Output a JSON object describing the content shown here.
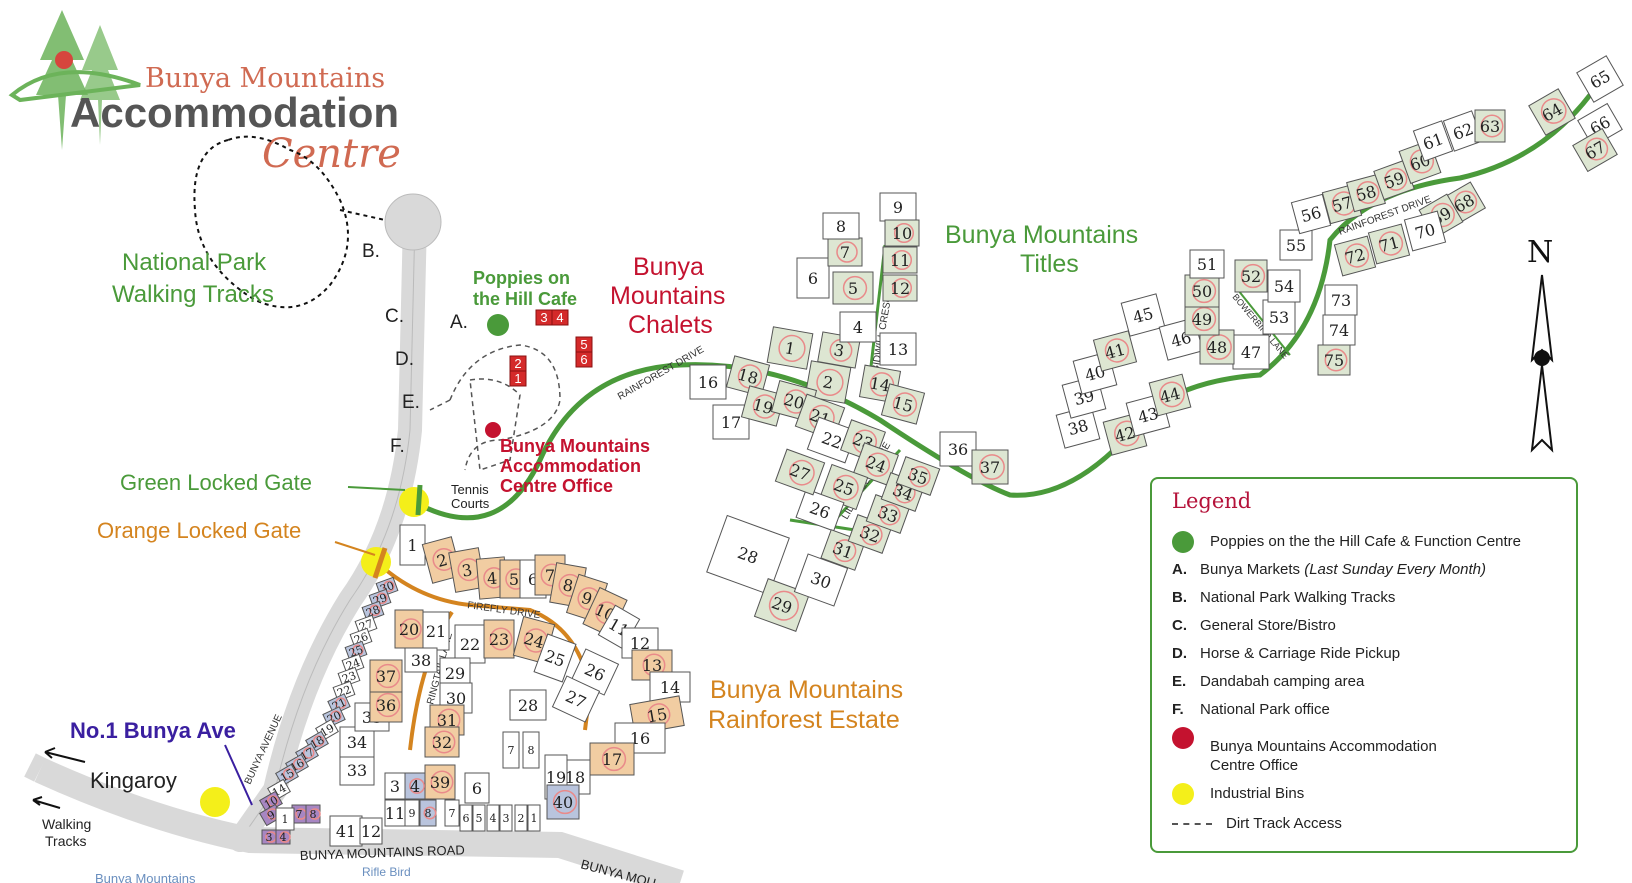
{
  "brand": {
    "line1": "Bunya Mountains",
    "line2": "Accommodation",
    "line3": "Centre"
  },
  "colors": {
    "green": "#4a9a3a",
    "red": "#c4122f",
    "orange": "#d4841f",
    "purple": "#3a1fa0",
    "yellow": "#f4ef1a"
  },
  "labels": {
    "national_park": "National Park",
    "walking_tracks": "Walking Tracks",
    "poppies_1": "Poppies on",
    "poppies_2": "the Hill Cafe",
    "chalets_1": "Bunya",
    "chalets_2": "Mountains",
    "chalets_3": "Chalets",
    "office_1": "Bunya Mountains",
    "office_2": "Accommodation",
    "office_3": "Centre Office",
    "tennis_1": "Tennis",
    "tennis_2": "Courts",
    "green_gate": "Green Locked Gate",
    "orange_gate": "Orange Locked Gate",
    "titles_1": "Bunya Mountains",
    "titles_2": "Titles",
    "estate_1": "Bunya Mountains",
    "estate_2": "Rainforest Estate",
    "no1": "No.1 Bunya Ave",
    "kingaroy": "Kingaroy",
    "walking_1": "Walking",
    "walking_2": "Tracks",
    "road_main": "BUNYA MOUNTAINS ROAD",
    "road_main2": "BUNYA MOU",
    "rifle_bird": "Rifle Bird",
    "bunya_mountains_bottom": "Bunya Mountains",
    "rainforest_drive": "RAINFOREST DRIVE",
    "rainforest_drive2": "RAINFOREST DRIVE",
    "firefly_drive": "FIREFLY DRIVE",
    "ringtail_lane": "RINGTAIL LANE",
    "bunya_avenue": "BUNYA AVENUE",
    "bidwill_crescent": "BIDWILL CRESCENT",
    "lillypilly_place": "LILLYPILLY PLACE",
    "bowerbird_lane": "BOWERBIRD LANE",
    "north": "N",
    "letter_a": "A.",
    "letter_b": "B.",
    "letter_c": "C.",
    "letter_d": "D.",
    "letter_e": "E.",
    "letter_f": "F."
  },
  "legend": {
    "title": "Legend",
    "items": [
      {
        "mark": "",
        "text": "Poppies on the the Hill Cafe & Function Centre",
        "note": ""
      },
      {
        "mark": "A.",
        "text": "Bunya Markets",
        "note": "(Last Sunday Every Month)"
      },
      {
        "mark": "B.",
        "text": "National Park Walking Tracks",
        "note": ""
      },
      {
        "mark": "C.",
        "text": "General Store/Bistro",
        "note": ""
      },
      {
        "mark": "D.",
        "text": "Horse & Carriage Ride Pickup",
        "note": ""
      },
      {
        "mark": "E.",
        "text": "Dandabah camping area",
        "note": ""
      },
      {
        "mark": "F.",
        "text": "National Park office",
        "note": ""
      }
    ],
    "office_1": "Bunya Mountains Accommodation",
    "office_2": "Centre Office",
    "bins": "Industrial Bins",
    "dirt": "Dirt Track Access"
  },
  "chalet_numbers": [
    "3",
    "4",
    "5",
    "6",
    "2",
    "1"
  ],
  "lot_numbers": {
    "estate": [
      "1",
      "2",
      "3",
      "4",
      "5",
      "6",
      "7",
      "8",
      "9",
      "10",
      "11",
      "12",
      "13",
      "14",
      "15",
      "16",
      "17",
      "18",
      "19",
      "20",
      "21",
      "22",
      "23",
      "24",
      "25",
      "26",
      "27",
      "28",
      "29",
      "30",
      "31",
      "32",
      "33",
      "34",
      "35",
      "36",
      "37",
      "38",
      "39",
      "40",
      "41"
    ],
    "bunya_ave": [
      "30",
      "29",
      "28",
      "27",
      "26",
      "25",
      "24",
      "23",
      "22",
      "21",
      "20",
      "19",
      "18",
      "17",
      "16",
      "15",
      "14",
      "10",
      "9",
      "7",
      "8",
      "3",
      "4",
      "1",
      "12",
      "11",
      "9",
      "8",
      "7",
      "6",
      "5",
      "4",
      "3",
      "2",
      "1",
      "3",
      "4",
      "6",
      "7",
      "8"
    ],
    "titles": [
      "1",
      "2",
      "3",
      "4",
      "5",
      "6",
      "7",
      "8",
      "9",
      "10",
      "11",
      "12",
      "13",
      "14",
      "15",
      "16",
      "17",
      "18",
      "19",
      "20",
      "21",
      "22",
      "23",
      "24",
      "25",
      "26",
      "27",
      "28",
      "29",
      "30",
      "31",
      "32",
      "33",
      "34",
      "35",
      "36",
      "37",
      "38",
      "39",
      "40",
      "41",
      "42",
      "43",
      "44",
      "45",
      "46",
      "47",
      "48",
      "49",
      "50",
      "51",
      "52",
      "53",
      "54",
      "55",
      "56",
      "57",
      "58",
      "59",
      "60",
      "61",
      "62",
      "63",
      "64",
      "65",
      "66",
      "67",
      "68",
      "69",
      "70",
      "71",
      "72",
      "73",
      "74",
      "75"
    ]
  }
}
